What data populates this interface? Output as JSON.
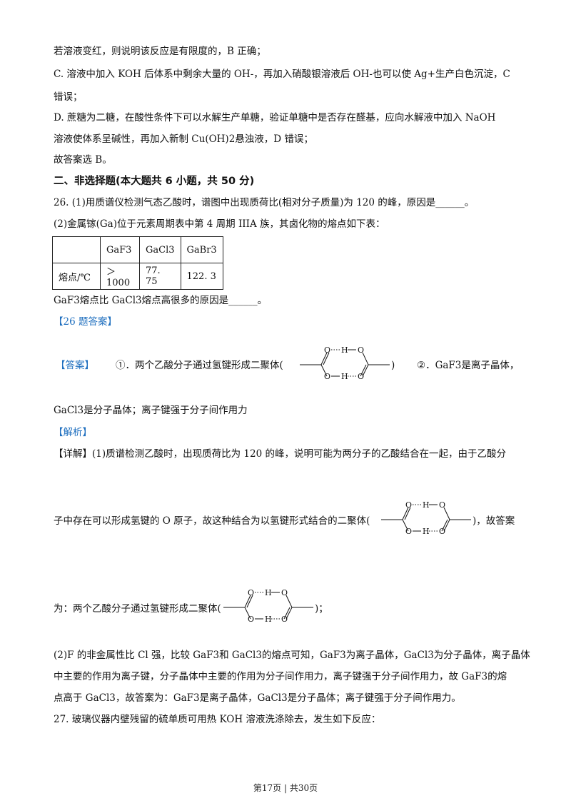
{
  "lines": {
    "l1": "若溶液变红，则说明该反应是有限度的，B 正确；",
    "l2": "C.  溶液中加入 KOH 后体系中剩余大量的 OH-，再加入硝酸银溶液后 OH-也可以使 Ag+生产白色沉淀，C",
    "l3": "错误；",
    "l4": "D.  蔗糖为二糖，在酸性条件下可以水解生产单糖，验证单糖中是否存在醛基，应向水解液中加入 NaOH",
    "l5": "溶液使体系呈碱性，再加入新制 Cu(OH)2悬浊液，D 错误；",
    "l6": "故答案选 B。",
    "section": "二、非选择题(本大题共 6 小题，共 50 分)",
    "q26_1": "26.  (1)用质谱仪检测气态乙酸时，谱图中出现质荷比(相对分子质量)为 120 的峰，原因是______。",
    "q26_2": "(2)金属镓(Ga)位于元素周期表中第 4 周期 IIIA 族，其卤化物的熔点如下表：",
    "q26_3": "GaF3熔点比 GaCl3熔点高很多的原因是______。",
    "answer_tag": "【26 题答案】",
    "ans_label": "【答案】",
    "ans_1": "①．两个乙酸分子通过氢键形成二聚体(",
    "ans_1_end": ")",
    "ans_2": "②．GaF3是离子晶体，",
    "ans_3": "GaCl3是分子晶体；离子键强于分子间作用力",
    "jiexi": "【解析】",
    "detail_1": "【详解】(1)质谱检测乙酸时，出现质荷比为 120 的峰，说明可能为两分子的乙酸结合在一起，由于乙酸分",
    "detail_2": "子中存在可以形成氢键的 O 原子，故这种结合为以氢键形式结合的二聚体(",
    "detail_2_end": ")，故答案",
    "detail_3": "为：两个乙酸分子通过氢键形成二聚体(",
    "detail_3_end": ")；",
    "detail_4": "(2)F 的非金属性比 Cl 强，比较 GaF3和 GaCl3的熔点可知，GaF3为离子晶体，GaCl3为分子晶体，离子晶体",
    "detail_5": "中主要的作用为离子键，分子晶体中主要的作用为分子间作用力，离子键强于分子间作用力，故 GaF3的熔",
    "detail_6": "点高于 GaCl3，故答案为：GaF3是离子晶体，GaCl3是分子晶体；离子键强于分子间作用力。",
    "q27": "27.  玻璃仪器内壁残留的硫单质可用热 KOH 溶液洗涤除去，发生如下反应："
  },
  "table": {
    "headers": [
      "",
      "GaF3",
      "GaCl3",
      "GaBr3"
    ],
    "row_label": "熔点/℃",
    "values": [
      "＞1000",
      "77. 75",
      "122. 3"
    ]
  },
  "dimer": {
    "o": "O",
    "h": "H"
  },
  "footer": "第17页 | 共30页",
  "colors": {
    "accent": "#1f6fbf"
  }
}
